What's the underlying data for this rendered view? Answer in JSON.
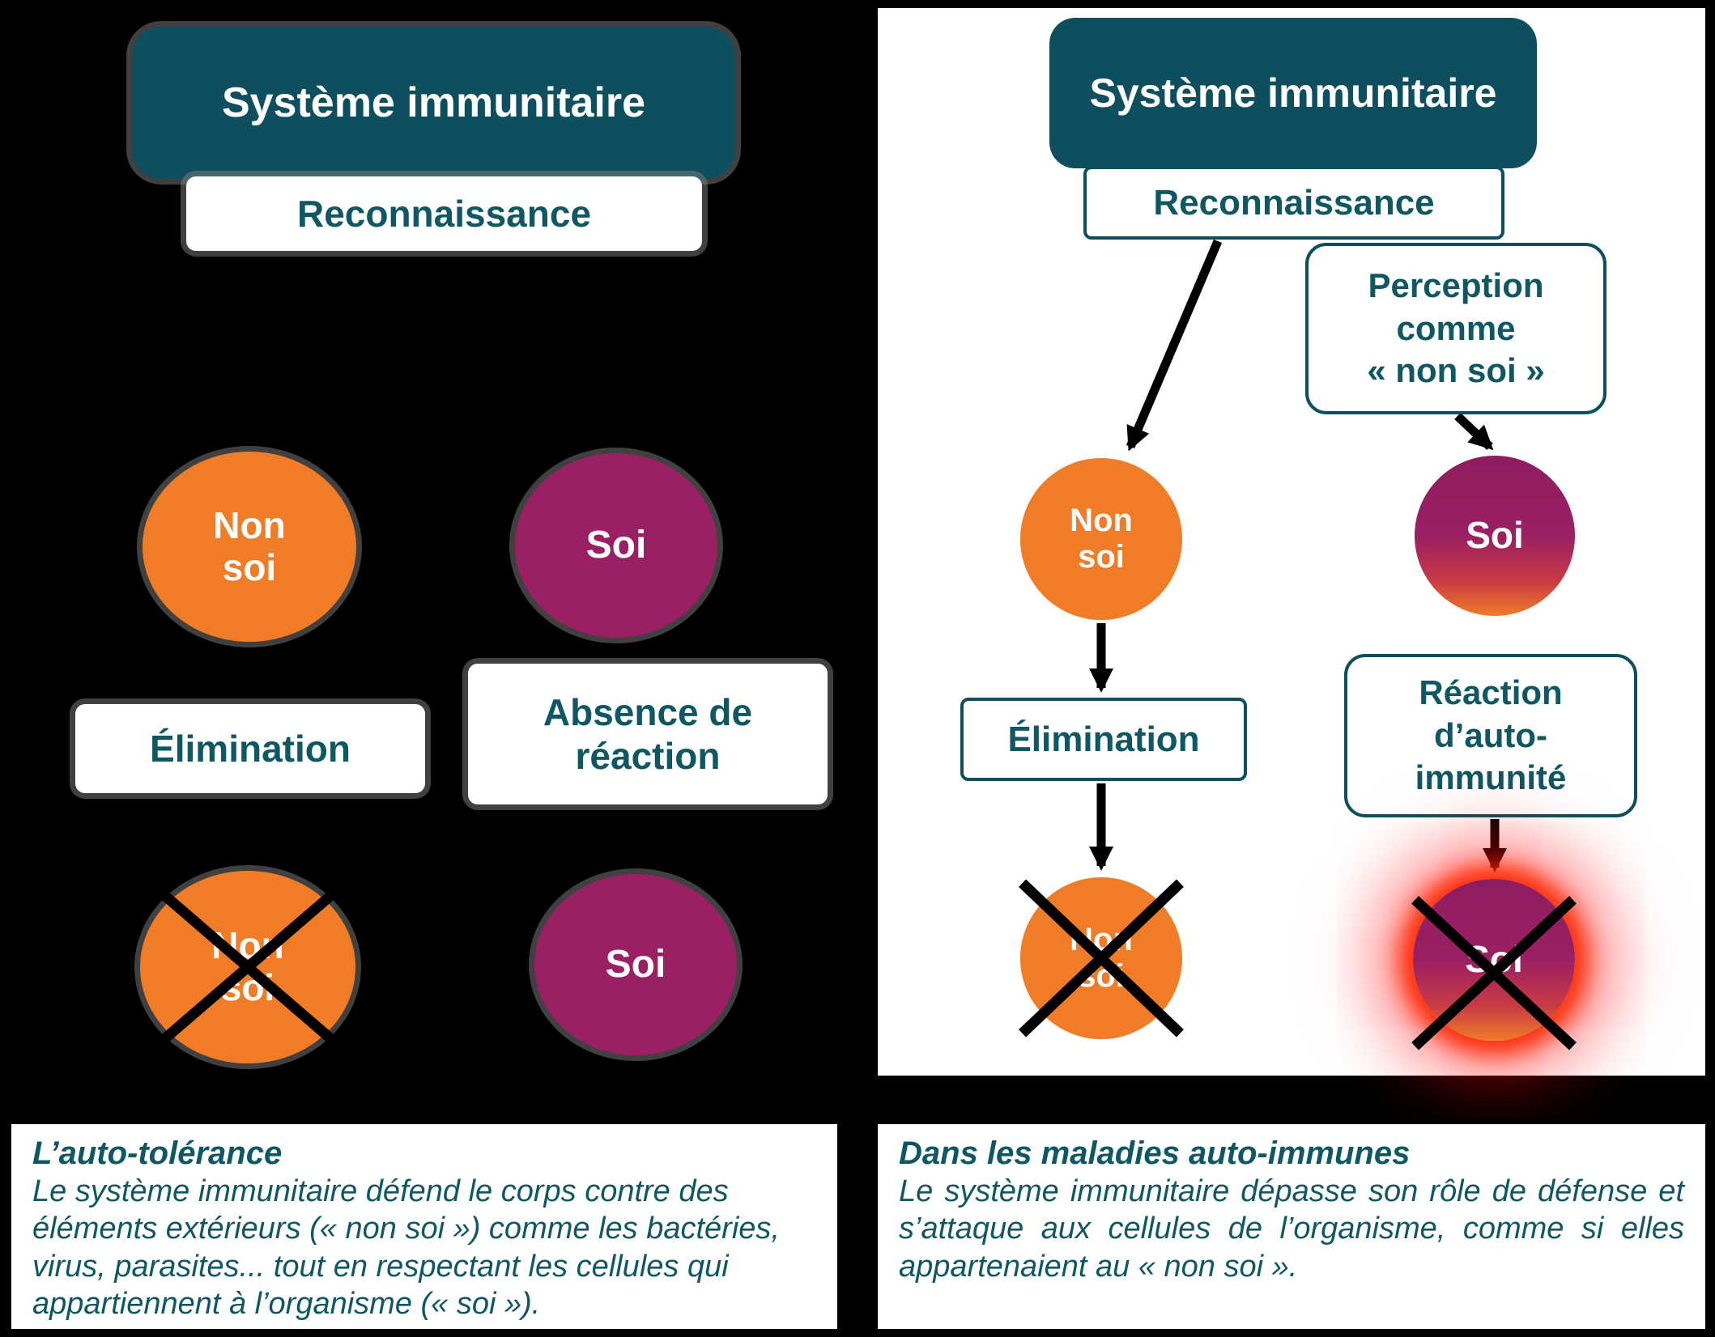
{
  "colors": {
    "teal": "#0d4f5e",
    "teal_text": "#0e5763",
    "orange": "#f07c28",
    "magenta": "#9b1f63",
    "glow_red": "#ff2800",
    "background_left": "#000000",
    "background_right": "#ffffff"
  },
  "left_panel": {
    "title": "Système immunitaire",
    "recognition_label": "Reconnaissance",
    "non_soi_top": "Non\nsoi",
    "soi_top": "Soi",
    "elimination_label": "Élimination",
    "absence_label": "Absence de\nréaction",
    "non_soi_bottom": "Non\nsoi",
    "soi_bottom": "Soi",
    "caption_title": "L’auto-tolérance",
    "caption_body": "Le système immunitaire défend le corps contre des éléments extérieurs (« non soi ») comme les bactéries, virus, parasites... tout en respectant les cellules qui appartiennent à l’organisme (« soi »)."
  },
  "right_panel": {
    "title": "Système immunitaire",
    "recognition_label": "Reconnaissance",
    "perception_label": "Perception\ncomme\n« non soi »",
    "non_soi_top": "Non\nsoi",
    "soi_top": "Soi",
    "elimination_label": "Élimination",
    "reaction_label": "Réaction\nd’auto-\nimmunité",
    "non_soi_bottom": "Non\nsoi",
    "soi_bottom": "Soi",
    "caption_title": "Dans les maladies auto-immunes",
    "caption_body": "Le système immunitaire dépasse son rôle de défense et s’attaque aux cellules de l’organisme, comme si elles appartenaient au « non soi »."
  }
}
